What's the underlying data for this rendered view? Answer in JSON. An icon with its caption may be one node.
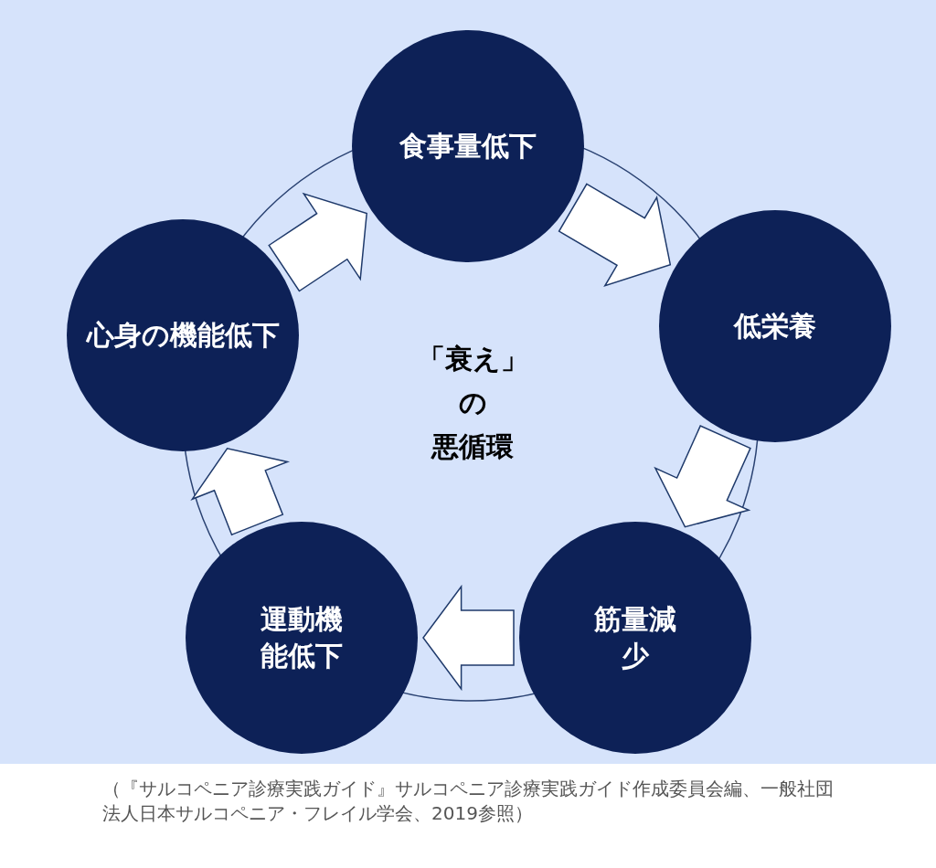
{
  "diagram": {
    "caption": "（『サルコペニア診療実践ガイド』サルコペニア診療実践ガイド作成委員会編、一般社団法人日本サルコペニア・フレイル学会、2019参照）",
    "nodes": [
      {
        "text": [
          "食事量低下"
        ]
      },
      {
        "text": [
          "低栄養"
        ]
      },
      {
        "text": [
          "筋量減少"
        ]
      },
      {
        "text": [
          "運動機能低下"
        ]
      },
      {
        "text": [
          "心身の機能低下"
        ]
      }
    ],
    "edges": [
      {
        "from": 0,
        "to": 1,
        "arrow": "to"
      },
      {
        "from": 1,
        "to": 2,
        "arrow": "to"
      },
      {
        "from": 2,
        "to": 3,
        "arrow": "to"
      },
      {
        "from": 3,
        "to": 4,
        "arrow": "to"
      },
      {
        "from": 4,
        "to": 0,
        "arrow": "to"
      }
    ],
    "labels": [
      "「衰え」",
      "の",
      "悪循環"
    ]
  }
}
